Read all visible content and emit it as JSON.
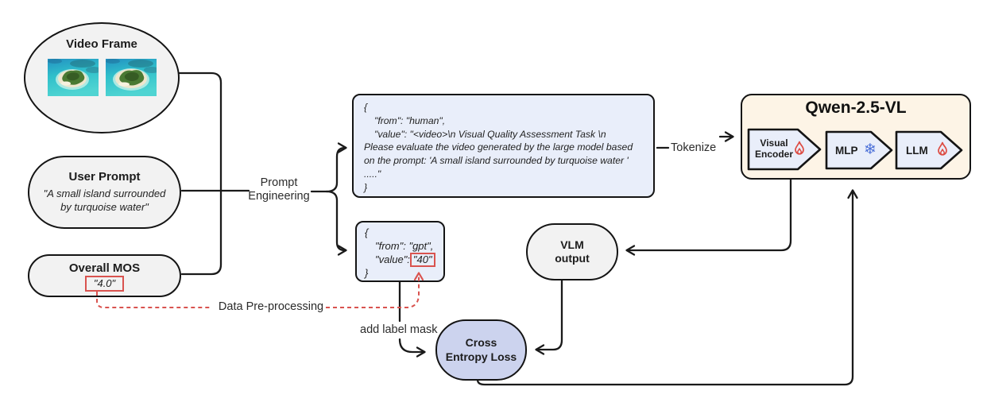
{
  "video_frame": {
    "title": "Video Frame"
  },
  "user_prompt": {
    "title": "User Prompt",
    "quote_lines": [
      "\"A small island surrounded",
      "by turquoise water\""
    ]
  },
  "overall_mos": {
    "title": "Overall MOS",
    "value": "\"4.0\""
  },
  "labels": {
    "prompt_engineering_lines": [
      "Prompt",
      "Engineering"
    ],
    "tokenize": "Tokenize",
    "data_preprocessing": "Data Pre-processing",
    "add_label_mask": "add label mask"
  },
  "human_box": {
    "lines": [
      "{",
      "\"from\": \"human\",",
      "\"value\": \"<video>\\n Visual Quality Assessment Task \\n",
      "Please evaluate the video generated by the large model based",
      "on the prompt: 'A small island surrounded by turquoise water '",
      ".....\"",
      "}"
    ]
  },
  "gpt_box": {
    "open": "{",
    "from_line": "\"from\": \"gpt\",",
    "value_label": "\"value\":",
    "value": "\"40\"",
    "close": "}"
  },
  "qwen": {
    "title": "Qwen-2.5-VL",
    "blocks": [
      {
        "label_lines": [
          "Visual",
          "Encoder"
        ],
        "icon": "flame"
      },
      {
        "label": "MLP",
        "icon": "snowflake"
      },
      {
        "label": "LLM",
        "icon": "flame"
      }
    ],
    "snowflake_char": "❄"
  },
  "vlm_output": {
    "title_lines": [
      "VLM",
      "output"
    ]
  },
  "cross_entropy_loss": {
    "title_lines": [
      "Cross",
      "Entropy Loss"
    ]
  },
  "colors": {
    "node_fill": "#f2f2f2",
    "code_box_fill": "#e9eefa",
    "qwen_fill": "#fdf4e6",
    "loss_fill": "#ccd3ee",
    "red_accent": "#d9534f",
    "flame_red": "#dd4b42",
    "snowflake_blue": "#4a6fd8",
    "line_black": "#1a1a1a"
  }
}
